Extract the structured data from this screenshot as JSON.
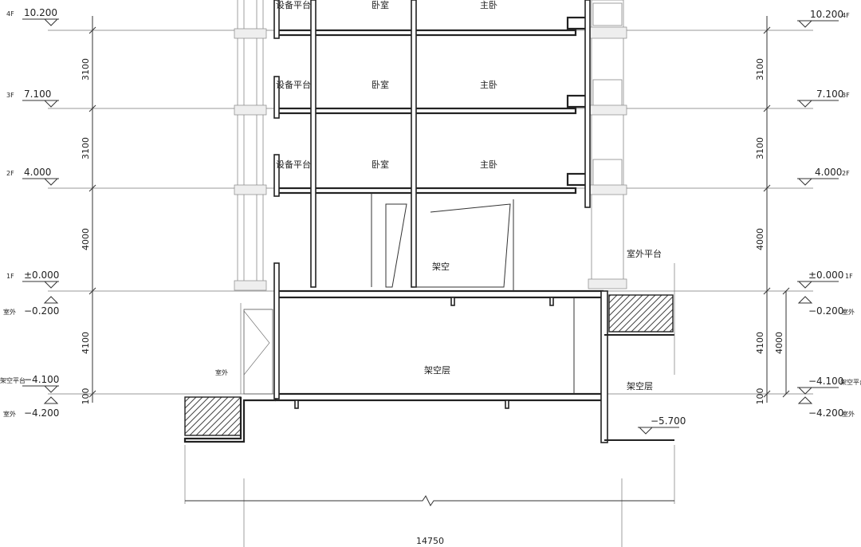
{
  "levels_left": [
    {
      "floor": "4F",
      "value": "10.200"
    },
    {
      "floor": "3F",
      "value": "7.100"
    },
    {
      "floor": "2F",
      "value": "4.000"
    },
    {
      "floor": "1F",
      "value": "±0.000"
    },
    {
      "floor": "室外",
      "value": "−0.200"
    },
    {
      "floor": "架空平台",
      "value": "−4.100"
    },
    {
      "floor": "室外",
      "value": "−4.200"
    }
  ],
  "levels_right": [
    {
      "floor": "4F",
      "value": "10.200"
    },
    {
      "floor": "3F",
      "value": "7.100"
    },
    {
      "floor": "2F",
      "value": "4.000"
    },
    {
      "floor": "1F",
      "value": "±0.000"
    },
    {
      "floor": "室外",
      "value": "−0.200"
    },
    {
      "floor": "架空平台",
      "value": "−4.100"
    },
    {
      "floor": "室外",
      "value": "−4.200"
    }
  ],
  "storey_dims_left": [
    "3100",
    "3100",
    "4000",
    "4100",
    "100"
  ],
  "storey_dims_right": [
    "3100",
    "3100",
    "4000",
    "4100",
    "100",
    "4000"
  ],
  "rooms": {
    "equip_4f": "设备平台",
    "bed_4f": "卧室",
    "master_4f": "主卧",
    "equip_3f": "设备平台",
    "bed_3f": "卧室",
    "master_3f": "主卧",
    "equip_2f": "设备平台",
    "bed_2f": "卧室",
    "master_2f": "主卧",
    "stilt_1f": "架空",
    "outdoor_platform": "室外平台",
    "stilt_basement": "架空层",
    "stilt_right": "架空层",
    "outdoor_left": "室外"
  },
  "level_extra": "−5.700",
  "overall_dim": "14750"
}
